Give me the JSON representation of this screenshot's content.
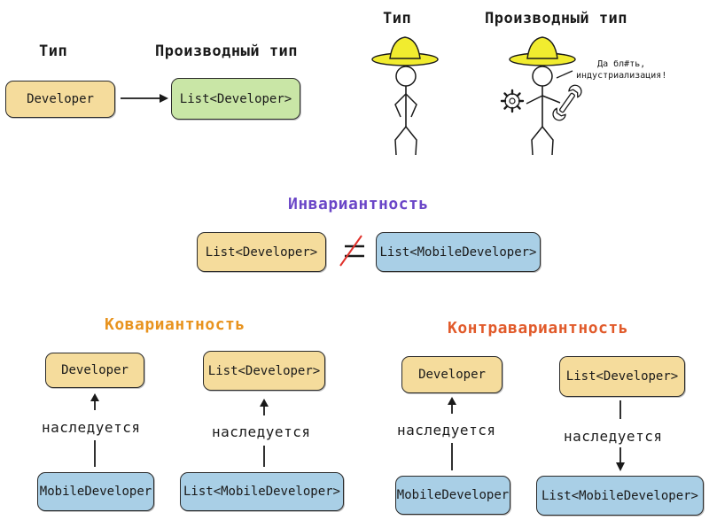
{
  "intro": {
    "type_label": "Тип",
    "derived_label": "Производный тип",
    "box_type": "Developer",
    "box_derived": "List<Developer>"
  },
  "stickmen": {
    "type_label": "Тип",
    "derived_label": "Производный тип",
    "speech": [
      "Да бл#ть,",
      "индустриализация!"
    ]
  },
  "invariance": {
    "title": "Инвариантность",
    "left": "List<Developer>",
    "right": "List<MobileDeveloper>"
  },
  "covariance": {
    "title": "Ковариантность",
    "left_top": "Developer",
    "left_bottom": "MobileDeveloper",
    "right_top": "List<Developer>",
    "right_bottom": "List<MobileDeveloper>",
    "inherits": "наследуется"
  },
  "contravariance": {
    "title": "Контравариантность",
    "left_top": "Developer",
    "left_bottom": "MobileDeveloper",
    "right_top": "List<Developer>",
    "right_bottom": "List<MobileDeveloper>",
    "inherits": "наследуется"
  },
  "colors": {
    "yellow_box": "#f5dc9c",
    "green_box": "#c9e6a6",
    "blue_box": "#a9cfe6",
    "invariance_title": "#6a45c7",
    "covariance_title": "#e8931e",
    "contravariance_title": "#e15a2a",
    "hat": "#f1ec2f"
  }
}
